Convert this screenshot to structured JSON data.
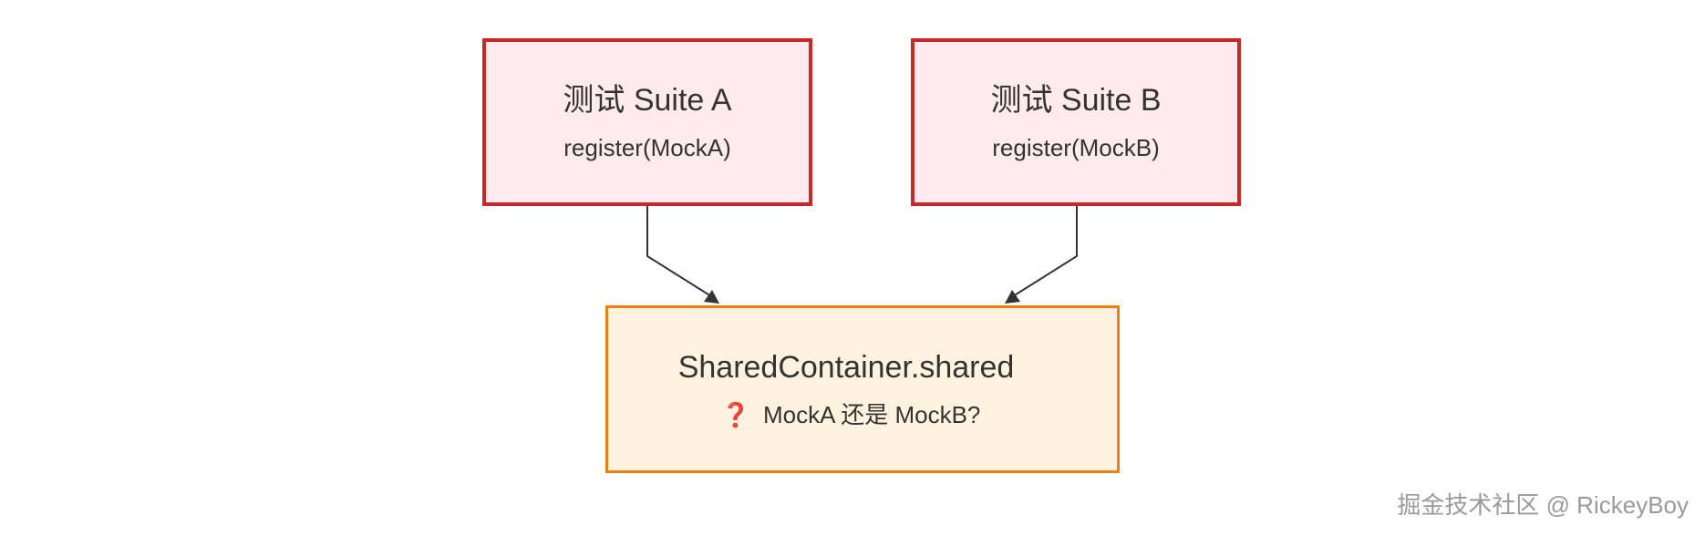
{
  "nodes": {
    "suite_a": {
      "title": "测试 Suite A",
      "subtitle": "register(MockA)"
    },
    "suite_b": {
      "title": "测试 Suite B",
      "subtitle": "register(MockB)"
    },
    "shared_container": {
      "title": "SharedContainer.shared",
      "question_icon": "❓",
      "subtitle": "MockA 还是 MockB?"
    }
  },
  "watermark": "掘金技术社区 @ RickeyBoy",
  "colors": {
    "suite_fill": "#ffebee",
    "suite_border": "#c62828",
    "container_fill": "#fff3e0",
    "container_border": "#ef7e11",
    "edge": "#333333",
    "question_icon": "#d32f2f"
  }
}
